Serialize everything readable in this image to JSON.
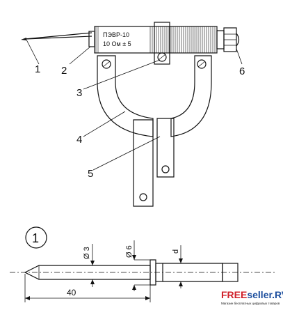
{
  "resistor": {
    "type": "ПЭВР-10",
    "value": "10 Ом ± 5"
  },
  "callouts": [
    "1",
    "2",
    "3",
    "4",
    "5",
    "6"
  ],
  "detail": {
    "number": "1",
    "dims": {
      "d3": "Ø 3",
      "d6": "Ø 6",
      "d": "d",
      "length": "40"
    }
  },
  "watermark": {
    "brand_red": "FREE",
    "brand_blue": "seller.RV",
    "subtitle": "Магазин бесплатных цифровых товаров"
  },
  "colors": {
    "line": "#111111",
    "watermark_red": "#d0202a",
    "watermark_blue": "#1d4f9e"
  }
}
